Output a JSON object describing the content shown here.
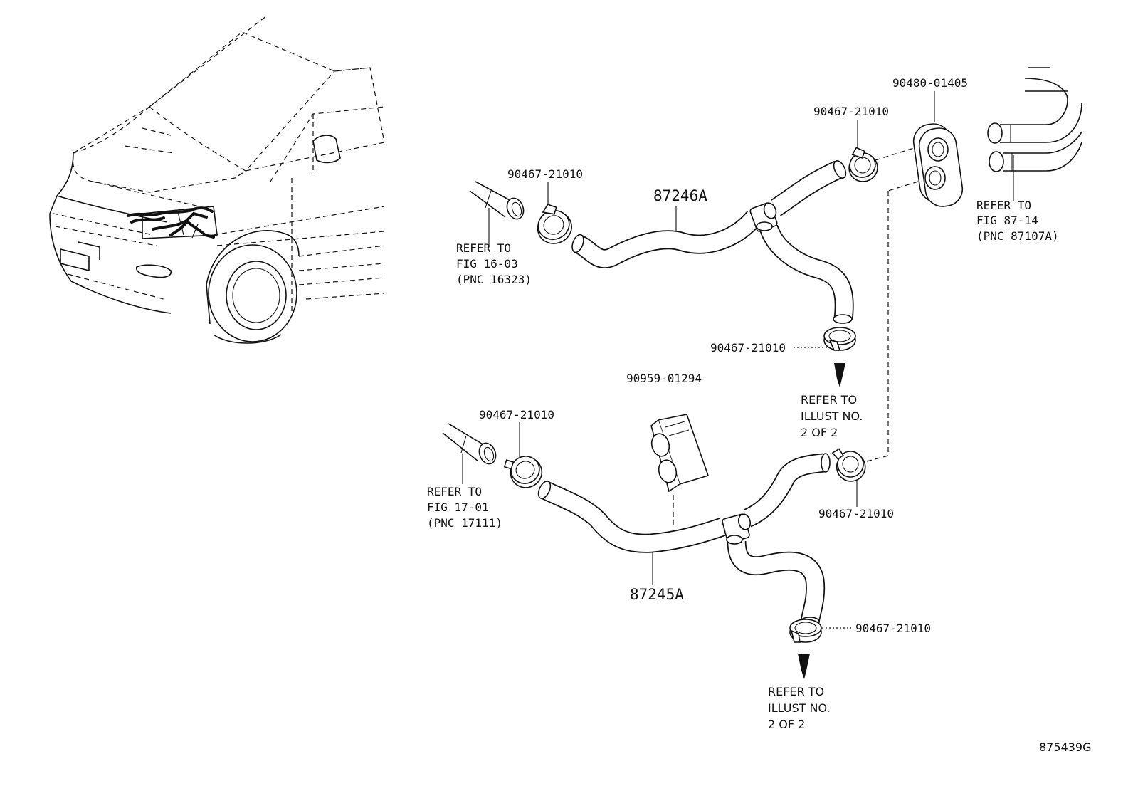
{
  "labels": {
    "clamp_top_left": "90467-21010",
    "hose_upper": "87246A",
    "ref_upper_left": [
      "REFER TO",
      "FIG 16-03",
      "(PNC 16323)"
    ],
    "clamp_top_mid": "90467-21010",
    "grommet": "90480-01405",
    "ref_top_right": [
      "REFER TO",
      "FIG 87-14",
      "(PNC 87107A)"
    ],
    "clamp_mid_right": "90467-21010",
    "ref_illust_upper": [
      "REFER TO",
      "ILLUST NO.",
      "2 OF 2"
    ],
    "bracket": "90959-01294",
    "clamp_lower_left": "90467-21010",
    "ref_lower_left": [
      "REFER TO",
      "FIG 17-01",
      "(PNC 17111)"
    ],
    "clamp_lower_right": "90467-21010",
    "hose_lower": "87245A",
    "clamp_bottom": "90467-21010",
    "ref_illust_lower": [
      "REFER TO",
      "ILLUST NO.",
      "2 OF 2"
    ],
    "figure_id": "875439G"
  }
}
